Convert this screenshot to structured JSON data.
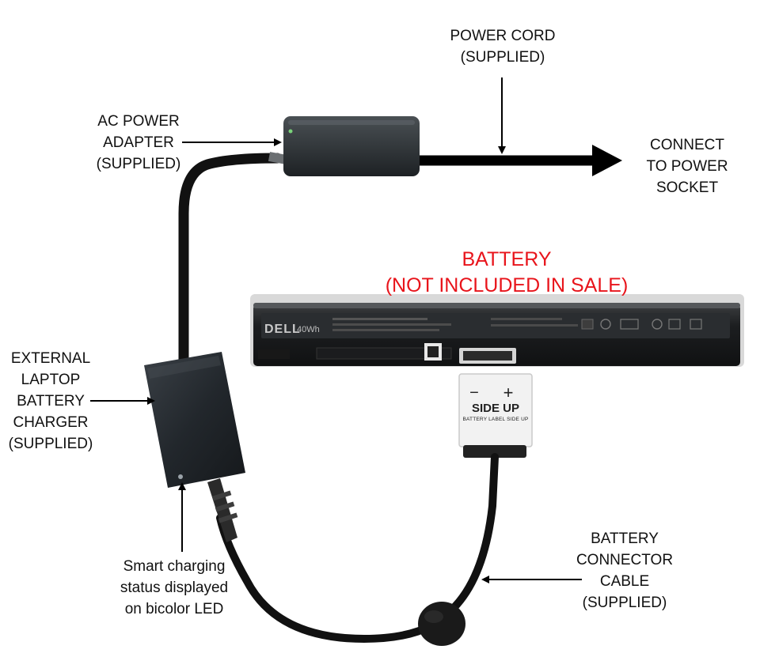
{
  "labels": {
    "power_cord": [
      "POWER CORD",
      "(SUPPLIED)"
    ],
    "ac_adapter": [
      "AC POWER",
      "ADAPTER",
      "(SUPPLIED)"
    ],
    "power_socket": [
      "CONNECT",
      "TO POWER",
      "SOCKET"
    ],
    "battery": [
      "BATTERY",
      "(NOT INCLUDED IN SALE)"
    ],
    "external_charger": [
      "EXTERNAL",
      "LAPTOP",
      "BATTERY",
      "CHARGER",
      "(SUPPLIED)"
    ],
    "led_status": [
      "Smart charging",
      "status displayed",
      "on bicolor LED"
    ],
    "connector_cable": [
      "BATTERY",
      "CONNECTOR",
      "CABLE",
      "(SUPPLIED)"
    ]
  },
  "battery_printed": {
    "brand": "DELL",
    "capacity": "40Wh"
  },
  "connector_plug": {
    "minus": "−",
    "plus": "+",
    "side_up": "SIDE UP",
    "hint": "BATTERY LABEL SIDE UP"
  },
  "colors": {
    "label_text": "#111111",
    "battery_label_text": "#e8141b",
    "cable": "#111111",
    "device_body": "#2b2f33"
  }
}
